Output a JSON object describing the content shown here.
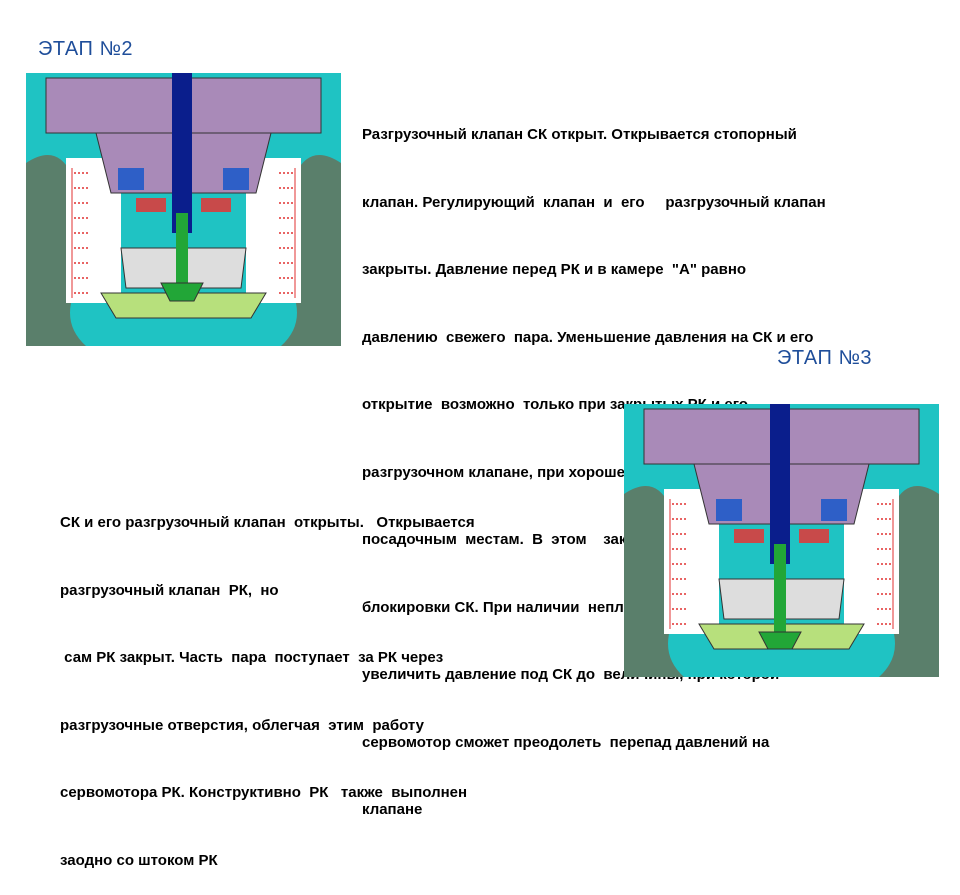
{
  "stage2": {
    "title": "ЭТАП №2",
    "text_lines": [
      "Разгрузочный клапан СК открыт. Открывается стопорный",
      "клапан. Регулирующий  клапан  и  его     разгрузочный клапан",
      "закрыты. Давление перед РК и в камере  \"А\" равно",
      "давлению  свежего  пара. Уменьшение давления на СК и его",
      "открытие  возможно  только при закрытых РК и его",
      "разгрузочном клапане, при хорошей плотности клапанов  по",
      "посадочным  местам.  В  этом    заключается суть паровой",
      "блокировки СК. При наличии  неплотностей невозможно",
      "увеличить давление под СК до  величины, при которой",
      "сервомотор сможет преодолеть  перепад давлений на",
      "клапане"
    ]
  },
  "stage3": {
    "title": "ЭТАП №3",
    "text_lines": [
      "СК и его разгрузочный клапан  открыты.   Открывается",
      "разгрузочный клапан  РК,  но",
      " сам РК закрыт. Часть  пара  поступает  за РК через",
      "разгрузочные отверстия, облегчая  этим  работу",
      "сервомотора РК. Конструктивно  РК   также  выполнен",
      "заодно со штоком РК"
    ]
  },
  "colors": {
    "title": "#1f4e9a",
    "background_teal": "#1fc3c3",
    "casing": "#5a7f6b",
    "cover_purple": "#a98ab8",
    "stem_green": "#22a637",
    "stem_blue": "#0a1e8c",
    "seal_blue": "#2e5fc7",
    "ring_red": "#c84a4a",
    "seat_green": "#b7e07c",
    "steam_line": "#e03030"
  }
}
